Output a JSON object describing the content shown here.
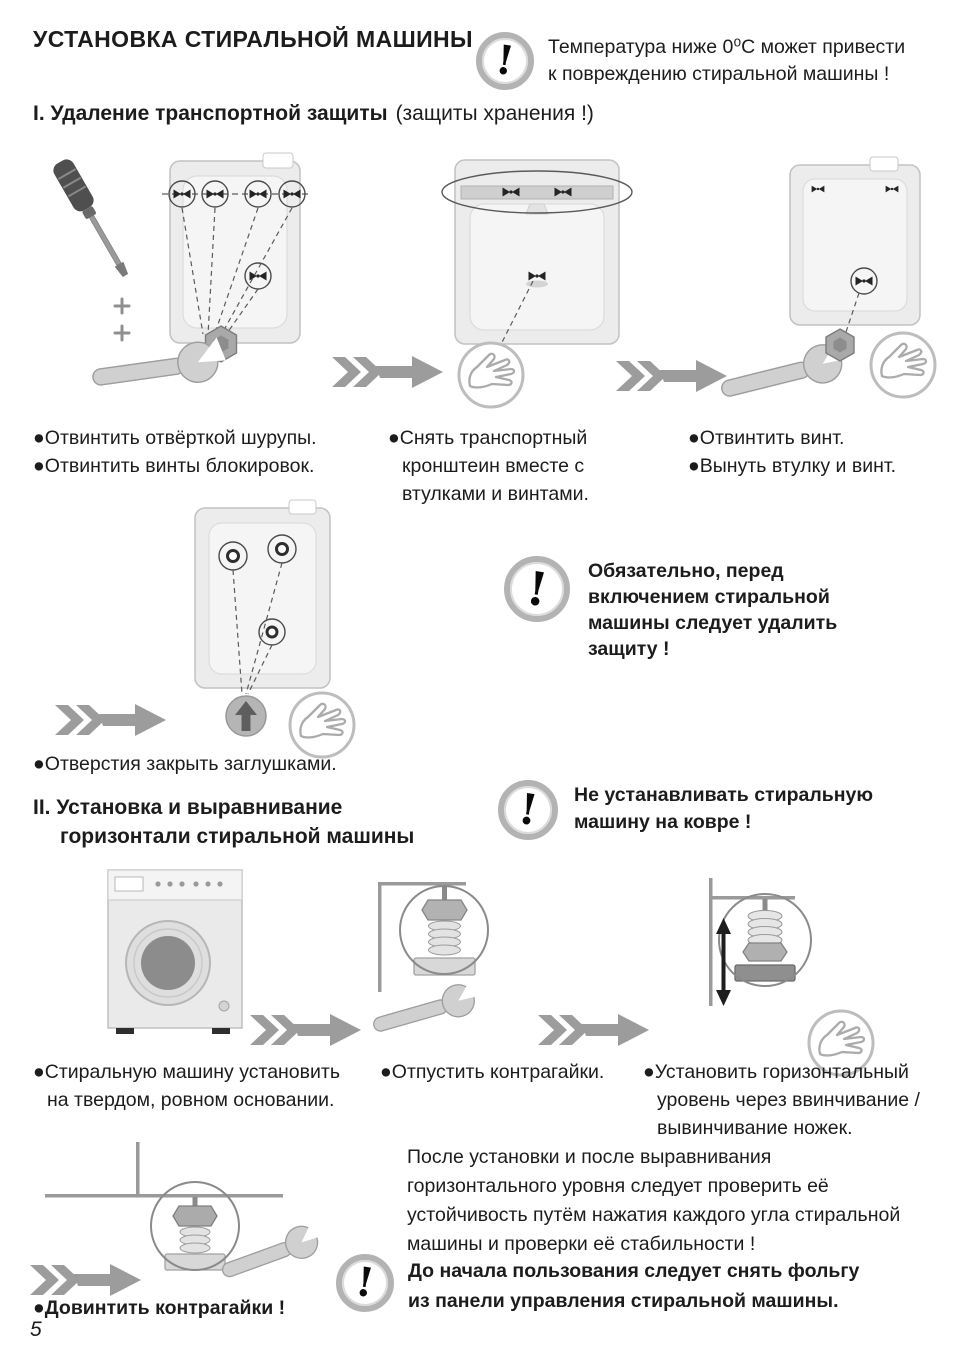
{
  "page": {
    "title": "УСТАНОВКА СТИРАЛЬНОЙ МАШИНЫ",
    "number": "5"
  },
  "icons": {
    "warning_mark": "!",
    "names": [
      "warning-icon",
      "screwdriver-icon",
      "wrench-icon",
      "hex-bolt-icon",
      "hand-icon",
      "arrow-icon",
      "plug-icon",
      "up-down-arrow-icon",
      "washing-machine-back",
      "washing-machine-front"
    ]
  },
  "colors": {
    "arrow_gray": "#9c9c9c",
    "machine_fill": "#ececec",
    "warning_ring": "#b3b3b3",
    "text": "#1c1c1c"
  },
  "warnings": {
    "temperature": [
      "Температура ниже 0⁰С может привести",
      "к повреждению стиральной машины !"
    ],
    "remove_protection": [
      "Обязательно, перед",
      "включением стиральной",
      "машины следует удалить",
      "защиту !"
    ],
    "no_carpet": [
      "Не устанавливать стиральную",
      "машину на ковре !"
    ],
    "remove_foil": [
      "До начала пользования следует снять фольгу",
      "из панели управления стиральной машины."
    ]
  },
  "section1": {
    "heading": "I. Удаление транспортной защиты",
    "heading_note": "(защиты хранения !)",
    "steps": {
      "unscrew_screws": "●Отвинтить отвёрткой шурупы.",
      "unscrew_locks": "●Отвинтить винты блокировок.",
      "remove_bracket": [
        "●Снять транспортный",
        "кронштеин вместе с",
        "втулками и винтами."
      ],
      "unscrew_bolt": "●Отвинтить винт.",
      "remove_bush": "●Вынуть втулку и винт.",
      "close_holes": "●Отверстия закрыть заглушками."
    }
  },
  "section2": {
    "heading": [
      "II. Установка и выравнивание",
      "горизонтали стиральной машины"
    ],
    "steps": {
      "place_firm": [
        "●Стиральную машину установить",
        "на твердом, ровном основании."
      ],
      "loosen_locknuts": "●Отпустить контрагайки.",
      "level": [
        "●Установить горизонтальный",
        "уровень через ввинчивание /",
        "вывинчивание ножек."
      ],
      "tighten_locknuts": "●Довинтить контрагайки !"
    },
    "stability_note": [
      "После установки и после выравнивания",
      "горизонтального уровня следует проверить её",
      "устойчивость путём нажатия каждого угла стиральной",
      "машины и проверки её стабильности !"
    ]
  }
}
